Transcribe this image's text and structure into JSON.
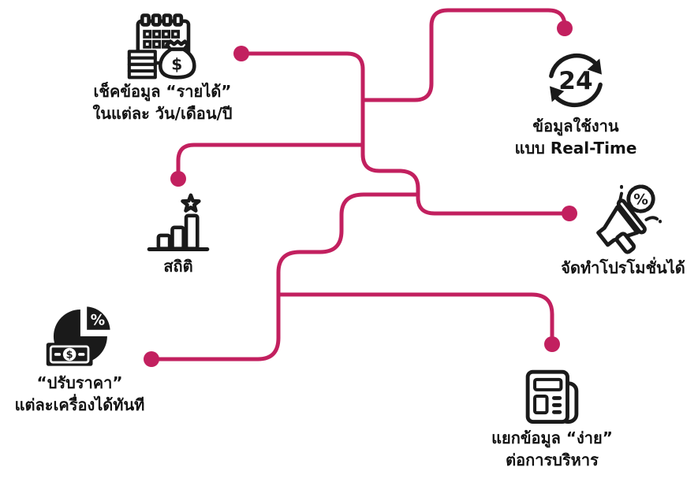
{
  "colors": {
    "accent": "#C2205F",
    "ink": "#1A1A1A",
    "background": "#FFFFFF"
  },
  "features": [
    {
      "id": "revenue-check",
      "icon": "calendar-money-icon",
      "lines": [
        "เช็คข้อมูล “รายได้”",
        "ในแต่ละ วัน/เดือน/ปี"
      ],
      "bag_symbol": "$"
    },
    {
      "id": "realtime-data",
      "icon": "hours-24-cycle-icon",
      "lines": [
        "ข้อมูลใช้งาน",
        "แบบ Real-Time"
      ],
      "icon_text": "24"
    },
    {
      "id": "statistics",
      "icon": "bar-chart-star-icon",
      "lines": [
        "สถิติ"
      ]
    },
    {
      "id": "promotion",
      "icon": "megaphone-percent-icon",
      "lines": [
        "จัดทำโปรโมชั่นได้"
      ],
      "badge_symbol": "%"
    },
    {
      "id": "price-adjust",
      "icon": "pie-chart-banknote-icon",
      "lines": [
        "“ปรับราคา”",
        "แต่ละเครื่องได้ทันที"
      ],
      "slice_symbol": "%",
      "note_symbol": "$"
    },
    {
      "id": "data-separation",
      "icon": "newspaper-icon",
      "lines": [
        "แยกข้อมูล “ง่าย”",
        "ต่อการบริหาร"
      ]
    }
  ]
}
